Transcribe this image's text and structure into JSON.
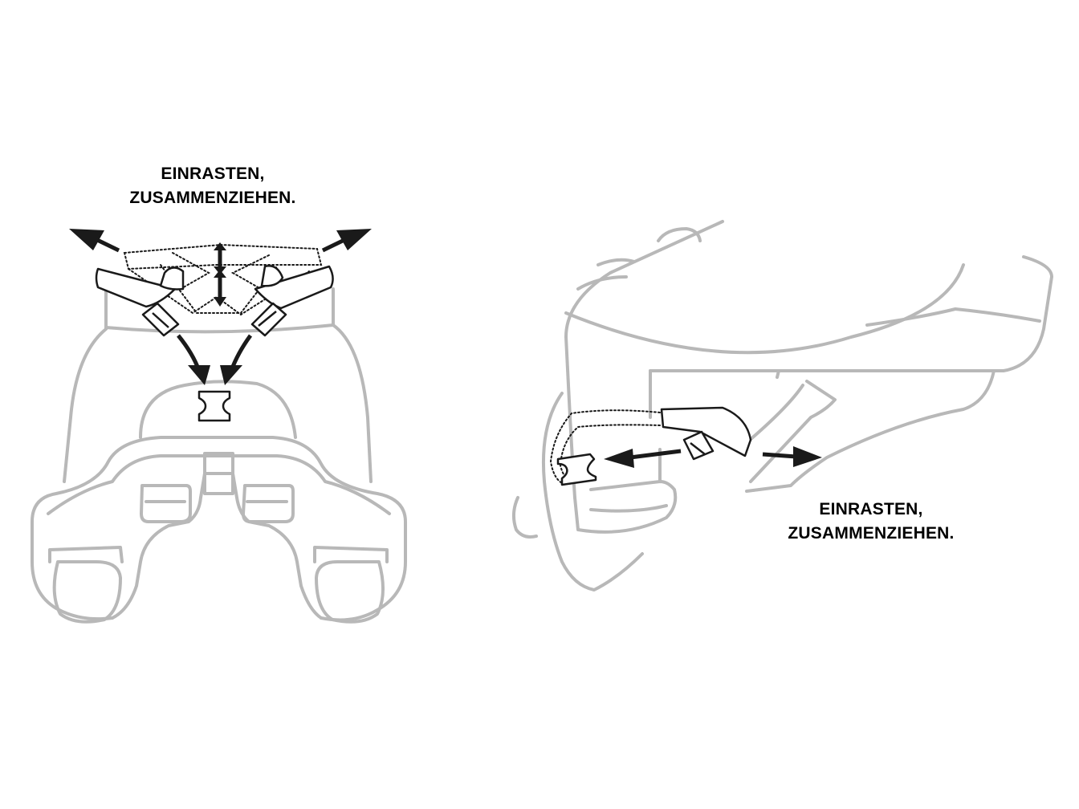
{
  "instructions": {
    "left": {
      "line1": "EINRASTEN,",
      "line2": "ZUSAMMENZIEHEN."
    },
    "right": {
      "line1": "EINRASTEN,",
      "line2": "ZUSAMMENZIEHEN."
    }
  },
  "colors": {
    "outline": "#b8b8b8",
    "ink": "#1a1a1a",
    "background": "#ffffff"
  }
}
